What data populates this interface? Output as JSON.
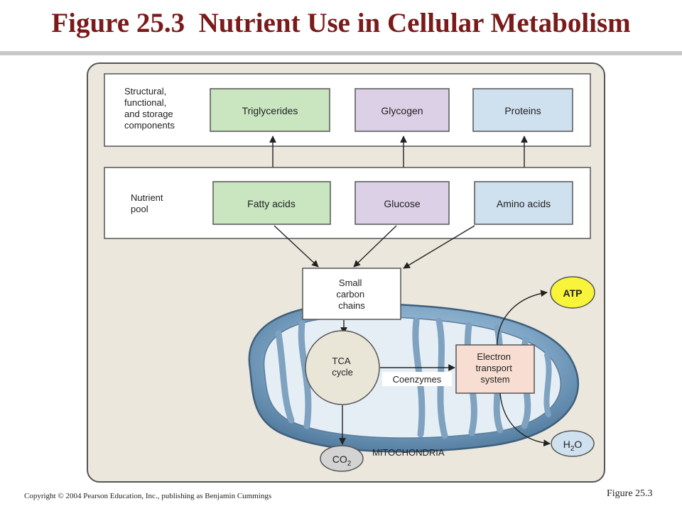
{
  "header": {
    "title": "Figure 25.3  Nutrient Use in Cellular Metabolism"
  },
  "diagram": {
    "storage_row_label": [
      "Structural,",
      "functional,",
      "and storage",
      "components"
    ],
    "nutrient_pool_label": [
      "Nutrient",
      "pool"
    ],
    "storage": {
      "triglycerides": "Triglycerides",
      "glycogen": "Glycogen",
      "proteins": "Proteins"
    },
    "pool": {
      "fatty_acids": "Fatty acids",
      "glucose": "Glucose",
      "amino_acids": "Amino acids"
    },
    "small_carbon_chains": [
      "Small",
      "carbon",
      "chains"
    ],
    "tca_cycle": [
      "TCA",
      "cycle"
    ],
    "coenzymes": "Coenzymes",
    "electron_transport": [
      "Electron",
      "transport",
      "system"
    ],
    "atp": "ATP",
    "water": {
      "base": "H",
      "sub": "2",
      "tail": "O"
    },
    "co2": {
      "base": "CO",
      "sub": "2"
    },
    "mitochondria": "MITOCHONDRIA",
    "colors": {
      "lipid_green": "#c9e6c1",
      "carb_purple": "#dcd0e6",
      "protein_blue": "#cfe0ee",
      "ets_peach": "#f8ddd2",
      "atp_yellow": "#f7f43a",
      "title_red": "#7a1a1a"
    }
  },
  "footer": {
    "copyright": "Copyright © 2004 Pearson Education, Inc., publishing as Benjamin Cummings",
    "figure_label": "Figure 25.3"
  }
}
